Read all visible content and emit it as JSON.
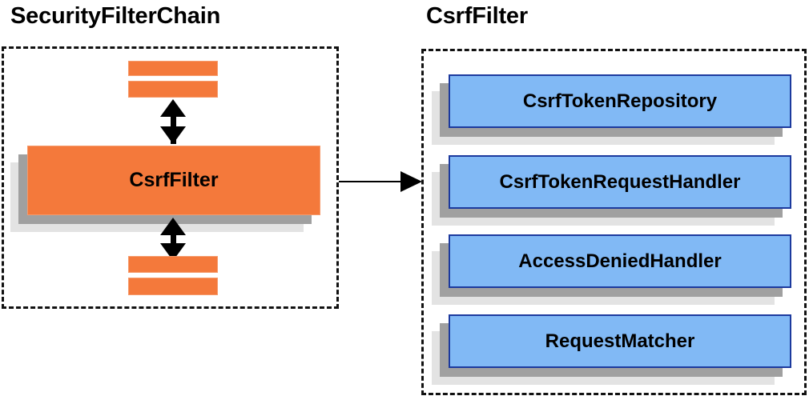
{
  "diagram": {
    "left_panel": {
      "title": "SecurityFilterChain",
      "top_bars": [
        "filter-bar-top-1",
        "filter-bar-top-2"
      ],
      "bottom_bars": [
        "filter-bar-bottom-1",
        "filter-bar-bottom-2"
      ],
      "main_node": {
        "label": "CsrfFilter"
      },
      "arrow_up_name": "double-arrow-up",
      "arrow_down_name": "double-arrow-down"
    },
    "connector": {
      "name": "connector-arrow-right"
    },
    "right_panel": {
      "title": "CsrfFilter",
      "nodes": [
        {
          "label": "CsrfTokenRepository"
        },
        {
          "label": "CsrfTokenRequestHandler"
        },
        {
          "label": "AccessDeniedHandler"
        },
        {
          "label": "RequestMatcher"
        }
      ]
    },
    "colors": {
      "orange_fill": "#f4793b",
      "orange_border": "#f69a6b",
      "blue_fill": "#81b9f5",
      "blue_border": "#1c3a9e",
      "shadow_near": "#a0a0a0",
      "shadow_far": "#e3e3e3",
      "outline": "#111111",
      "text": "#000000",
      "background": "#ffffff"
    }
  }
}
